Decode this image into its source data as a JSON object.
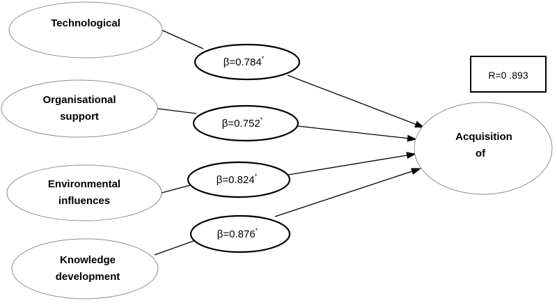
{
  "factors": [
    {
      "id": "technological",
      "lines": [
        "Technological"
      ]
    },
    {
      "id": "organisational-support",
      "lines": [
        "Organisational",
        "support"
      ]
    },
    {
      "id": "environmental-influences",
      "lines": [
        "Environmental",
        "influences"
      ]
    },
    {
      "id": "knowledge-development",
      "lines": [
        "Knowledge",
        "development"
      ]
    }
  ],
  "outcome": {
    "lines": [
      "Acquisition",
      "of"
    ]
  },
  "coefficients": [
    {
      "label": "β=0.784",
      "marker": "*"
    },
    {
      "label": "β=0.752",
      "marker": "*"
    },
    {
      "label": "β=0.824",
      "marker": "*"
    },
    {
      "label": "β=0.876",
      "marker": "*"
    }
  ],
  "r_value": "R=0 .893"
}
